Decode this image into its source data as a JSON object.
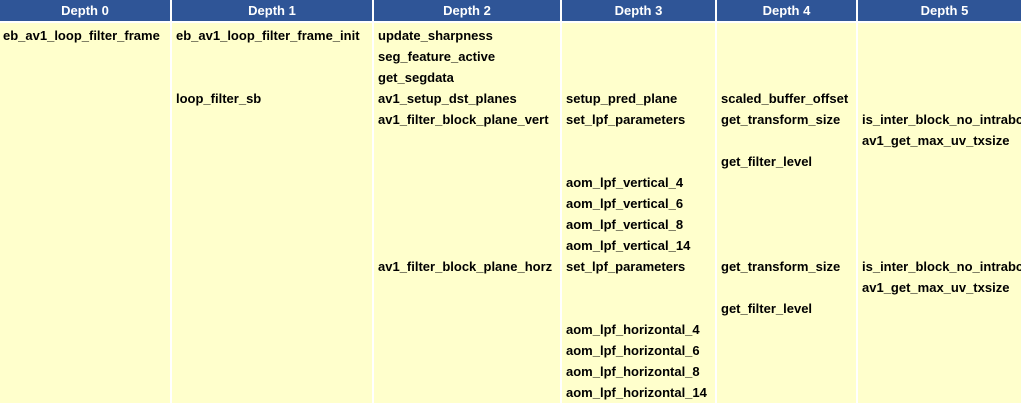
{
  "headers": [
    "Depth 0",
    "Depth 1",
    "Depth 2",
    "Depth 3",
    "Depth 4",
    "Depth 5"
  ],
  "rows": [
    [
      "eb_av1_loop_filter_frame",
      "eb_av1_loop_filter_frame_init",
      "update_sharpness",
      "",
      "",
      ""
    ],
    [
      "",
      "",
      "seg_feature_active",
      "",
      "",
      ""
    ],
    [
      "",
      "",
      "get_segdata",
      "",
      "",
      ""
    ],
    [
      "",
      "loop_filter_sb",
      "av1_setup_dst_planes",
      "setup_pred_plane",
      "scaled_buffer_offset",
      ""
    ],
    [
      "",
      "",
      "av1_filter_block_plane_vert",
      "set_lpf_parameters",
      "get_transform_size",
      "is_inter_block_no_intrabc"
    ],
    [
      "",
      "",
      "",
      "",
      "",
      "av1_get_max_uv_txsize"
    ],
    [
      "",
      "",
      "",
      "",
      "get_filter_level",
      ""
    ],
    [
      "",
      "",
      "",
      "aom_lpf_vertical_4",
      "",
      ""
    ],
    [
      "",
      "",
      "",
      "aom_lpf_vertical_6",
      "",
      ""
    ],
    [
      "",
      "",
      "",
      "aom_lpf_vertical_8",
      "",
      ""
    ],
    [
      "",
      "",
      "",
      "aom_lpf_vertical_14",
      "",
      ""
    ],
    [
      "",
      "",
      "av1_filter_block_plane_horz",
      "set_lpf_parameters",
      "get_transform_size",
      "is_inter_block_no_intrabc"
    ],
    [
      "",
      "",
      "",
      "",
      "",
      "av1_get_max_uv_txsize"
    ],
    [
      "",
      "",
      "",
      "",
      "get_filter_level",
      ""
    ],
    [
      "",
      "",
      "",
      "aom_lpf_horizontal_4",
      "",
      ""
    ],
    [
      "",
      "",
      "",
      "aom_lpf_horizontal_6",
      "",
      ""
    ],
    [
      "",
      "",
      "",
      "aom_lpf_horizontal_8",
      "",
      ""
    ],
    [
      "",
      "",
      "",
      "aom_lpf_horizontal_14",
      "",
      ""
    ]
  ]
}
